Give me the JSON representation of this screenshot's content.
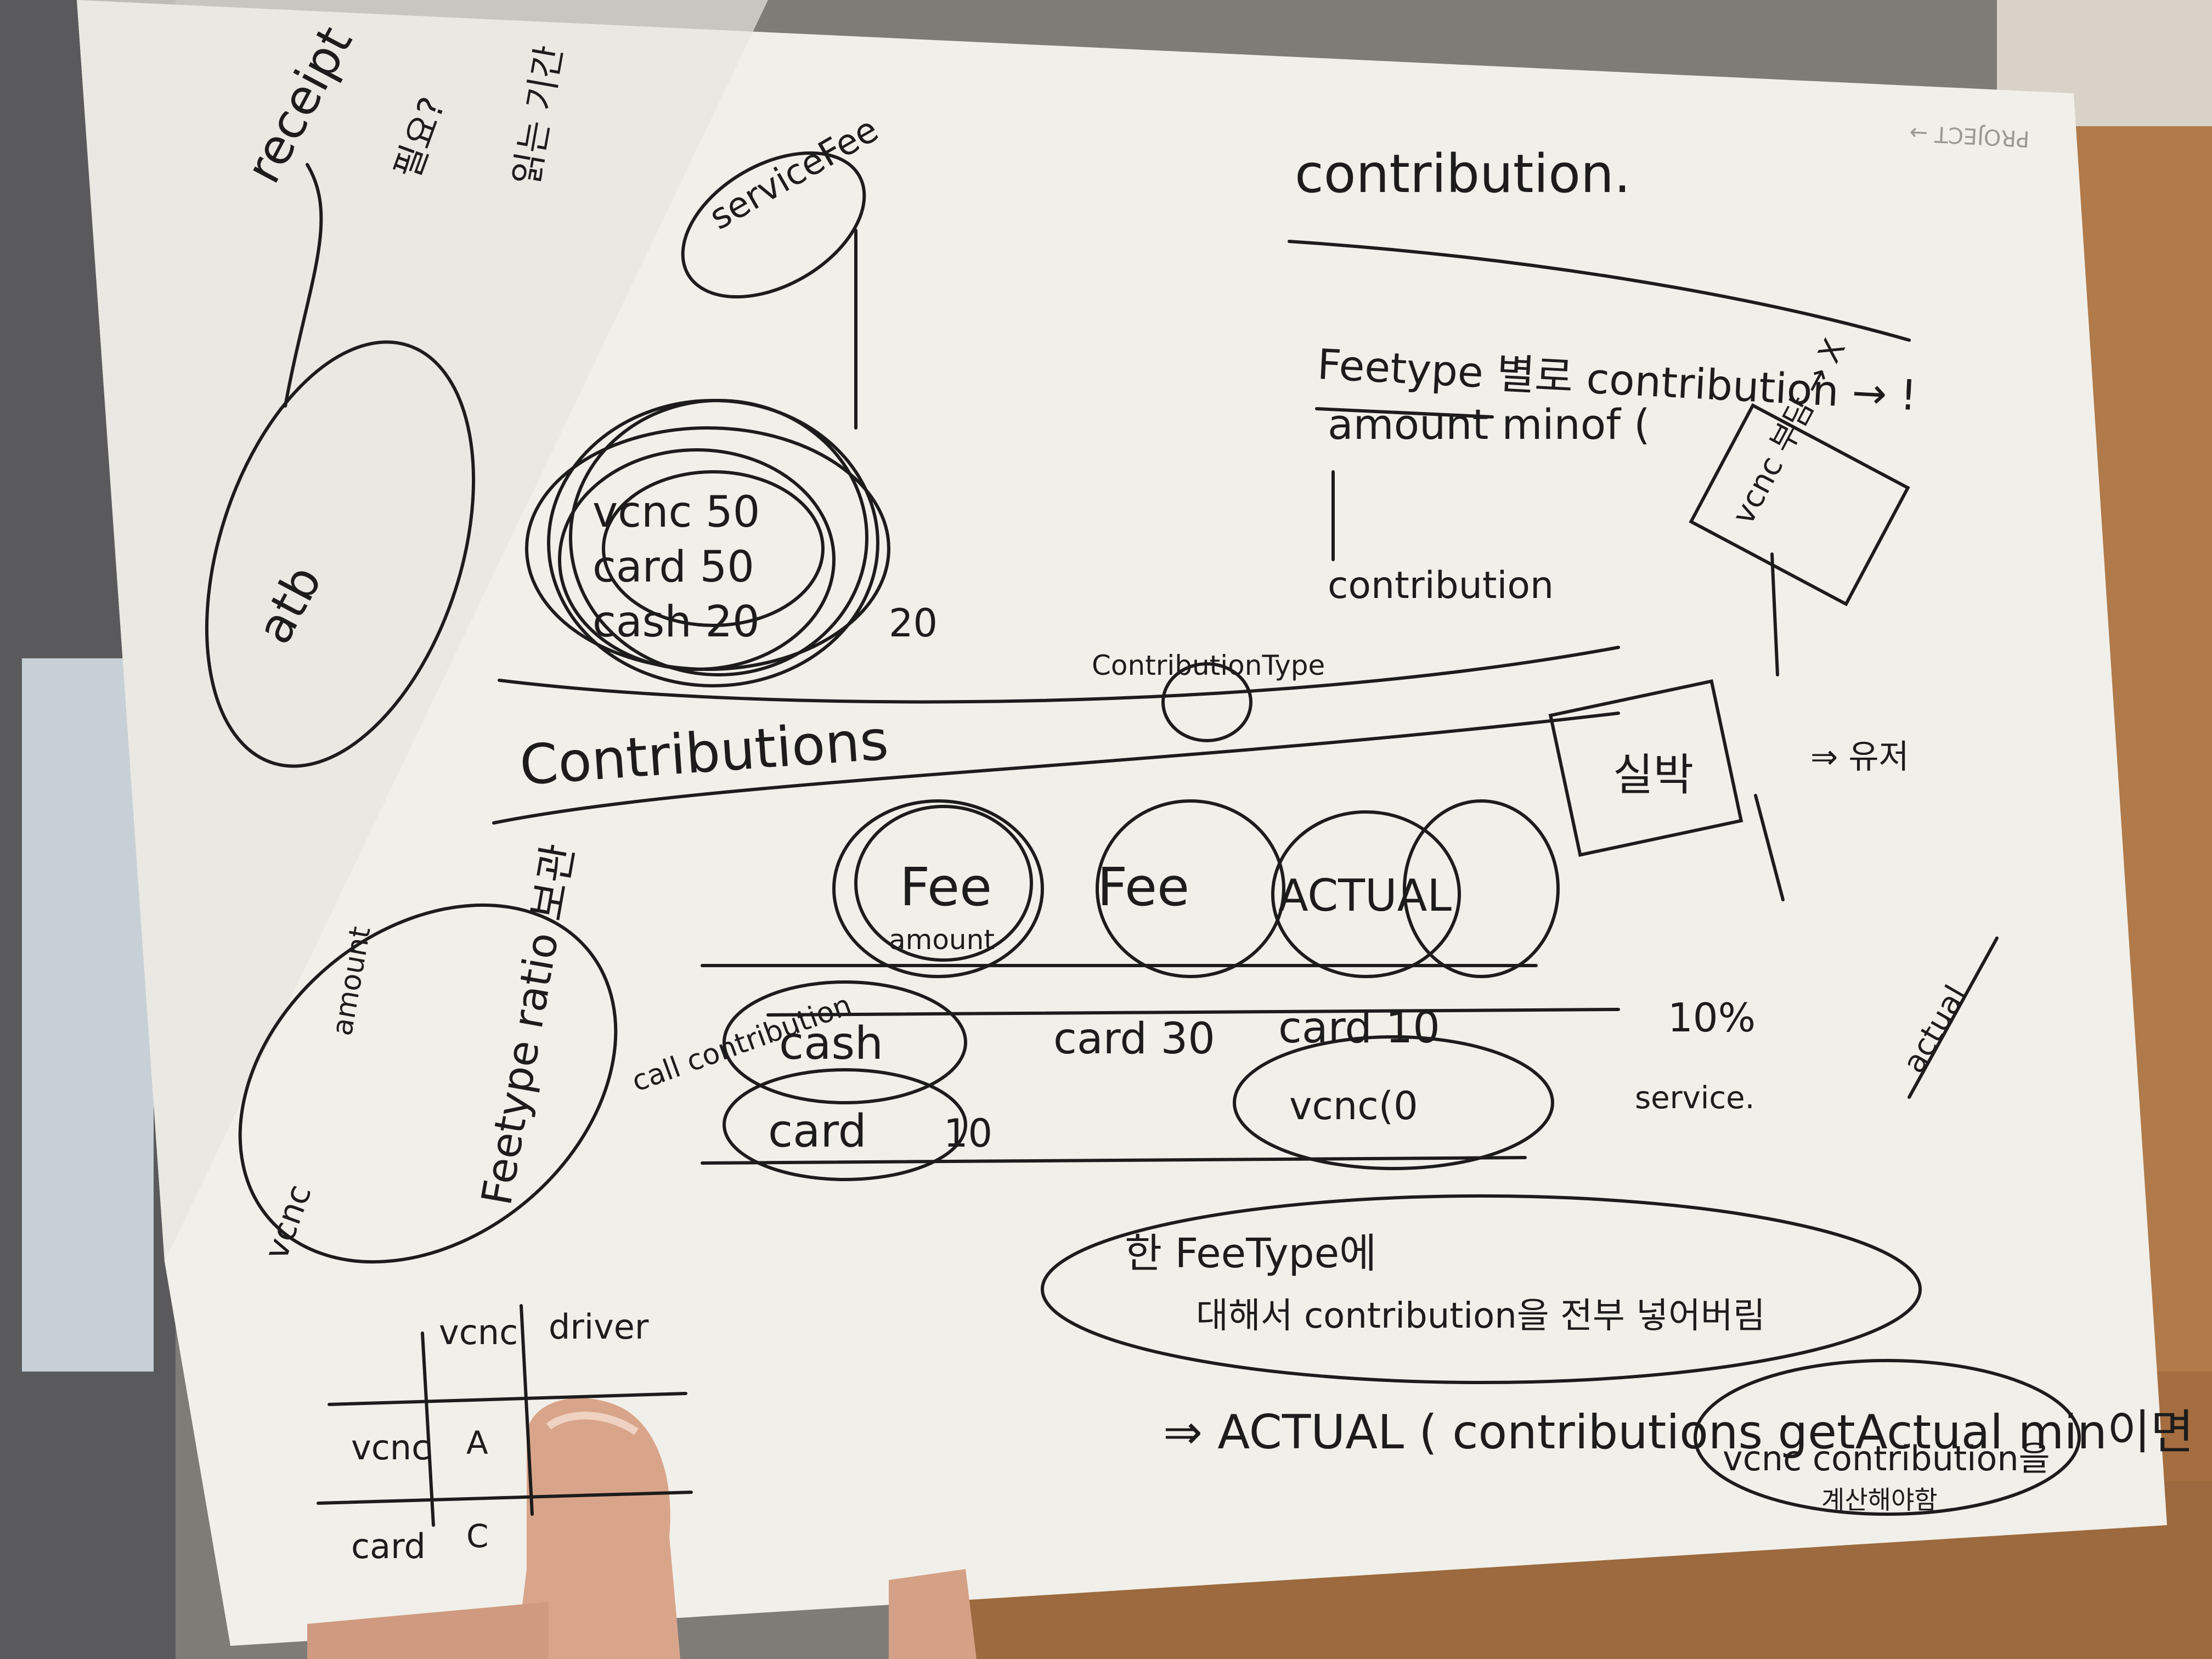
{
  "photo": {
    "colors": {
      "paper": "#f1efe9",
      "ink": "#1c1c1c",
      "floor": "#b07a4a",
      "skin": "#d9a58a"
    },
    "notes": {
      "receipt": "receipt",
      "korean_1": "필요?",
      "korean_2": "읽는 기간",
      "service_fee": "serviceFee",
      "contribution_heading": "contribution.",
      "feetype_line": "Feetype 별로 contribution → !",
      "amount_line": "amount  minof (",
      "contribution_sub": "contribution",
      "contribution_type": "ContributionType",
      "vcnc_box": "vcnc 부담 → X",
      "row_vcnc": "vcnc 50",
      "row_card": "card 50",
      "row_cash": "cash 20",
      "row_cash_value": "20",
      "contributions": "Contributions",
      "fee_1": "Fee",
      "fee_2": "Fee",
      "actual": "ACTUAL",
      "amount_small": "amount",
      "cash_2": "cash",
      "card_2": "card",
      "card_30": "card 30",
      "card_10": "card 10",
      "vcnc_10": "vcnc(0",
      "ten": "10",
      "ten_percent": "10%",
      "service": "service.",
      "silbak": "실박",
      "arrow_right": "⇒ 유저",
      "actual_side": "actual",
      "feetype_ratio": "Feetype ratio 보관",
      "amount_side": "amount",
      "call_contribution": "call contribution",
      "vcnc_left": "vcnc",
      "bottom_1": "한 FeeType에",
      "bottom_2": "대해서 contribution을 전부 넣어버림",
      "actual_formula": "⇒ ACTUAL ( contributions getActual min이면 )",
      "vcnc_contribution": "vcnc contribution을",
      "korean_3": "계산해야함",
      "table_h1": "vcnc",
      "table_h2": "driver",
      "table_r1": "vcnc",
      "table_a": "A",
      "table_r2": "card",
      "table_c": "C",
      "atb": "atb",
      "corner_label": "PROJECT →"
    }
  }
}
